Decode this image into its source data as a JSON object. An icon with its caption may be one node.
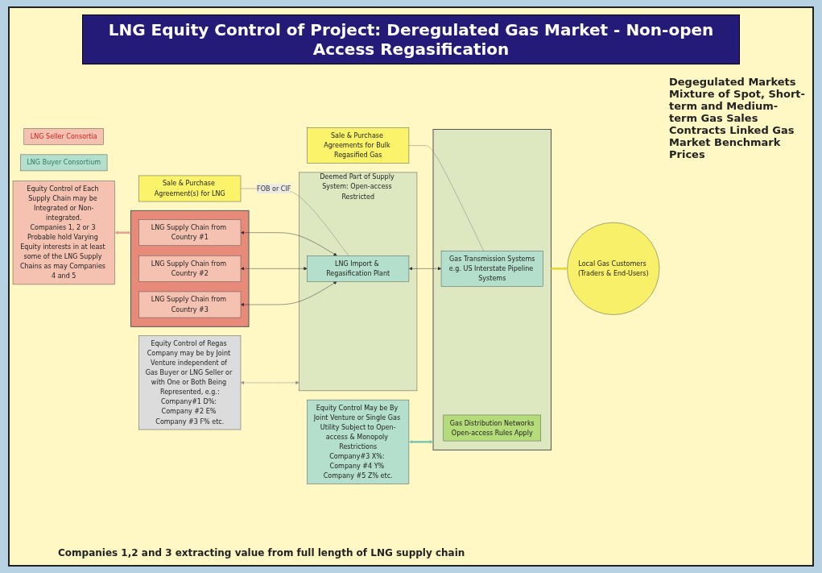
{
  "diagram": {
    "title": "LNG Equity Control of Project: Deregulated Gas Market - Non-open Access Regasification",
    "nodes": [
      {
        "text": [
          "Sale & Purchase Agreement(s) for LNG"
        ]
      },
      {
        "text": [
          "Sale & Purchase Agreements for Bulk Regasified Gas"
        ]
      },
      {
        "text": [
          "LNG Seller Consortia"
        ]
      },
      {
        "text": [
          "LNG Buyer Consortium"
        ]
      },
      {
        "text": [],
        "shape": "box"
      },
      {
        "text": [
          "LNG Supply Chain from Country #1"
        ],
        "in": 4
      },
      {
        "text": [
          "LNG Supply Chain from Country #2"
        ],
        "in": 4
      },
      {
        "text": [
          "LNG Supply Chain from Country #3"
        ],
        "in": 4
      },
      {
        "text": [
          "Deemed Part of Supply System: Open-access Restricted"
        ]
      },
      {
        "text": [
          "LNG Import & Regasification Plant"
        ],
        "in": 8
      },
      {
        "text": [],
        "shape": "box"
      },
      {
        "text": [
          "Gas Transmission Systems",
          "e.g. US Interstate Pipeline Systems"
        ],
        "in": 10
      },
      {
        "text": [
          "Gas Distribution Networks",
          "Open-access Rules Apply"
        ],
        "in": 10
      },
      {
        "text": [
          "Equity Control of Each Supply Chain may be Integrated or Non-integrated.",
          "Companies 1, 2 or 3 Probable hold Varying Equity interests in at least some of the LNG Supply Chains as may Companies 4 and 5"
        ]
      },
      {
        "text": [
          "Equity Control of Regas Company may be by Joint Venture independent of Gas Buyer or LNG Seller or with One or Both Being Represented, e.g.:",
          "Company#1 D%: Company #2 E% Company #3 F% etc."
        ]
      },
      {
        "text": [
          "Equity Control May be By Joint Venture or Single Gas Utility Subject to Open-access & Monopoly Restrictions",
          "Company#3 X%: Company #4 Y% Company #5 Z% etc."
        ]
      },
      {
        "text": [
          "Local Gas Customers (Traders & End-Users)"
        ]
      }
    ],
    "edges": [
      {
        "from": 0,
        "to": 9,
        "arrow": "none",
        "label": "FOB or CIF",
        "color": "#808080"
      },
      {
        "from": 1,
        "to": 11,
        "arrow": "none",
        "color": "#808080"
      },
      {
        "from": 5,
        "to": 9,
        "arrow": "both"
      },
      {
        "from": 6,
        "to": 9,
        "arrow": "both"
      },
      {
        "from": 7,
        "to": 9,
        "arrow": "both"
      },
      {
        "from": 9,
        "to": 11,
        "arrow": "both"
      },
      {
        "from": 13,
        "to": 4,
        "arrow": "both",
        "style": "thick",
        "color": "#e8a090"
      },
      {
        "from": 14,
        "to": 8,
        "arrow": "both",
        "color": "#909090"
      },
      {
        "from": 15,
        "to": 10,
        "arrow": "both",
        "style": "thick",
        "color": "#7fc4ae"
      },
      {
        "from": 10,
        "to": 16,
        "arrow": "to",
        "style": "thick",
        "color": "#e6d830"
      }
    ],
    "labels": [
      "Degegulated Markets Mixture of Spot, Short-term and Medium-term Gas Sales Contracts Linked Gas Market Benchmark Prices",
      "Companies 1,2 and 3 extracting value from full length of LNG supply chain"
    ]
  }
}
